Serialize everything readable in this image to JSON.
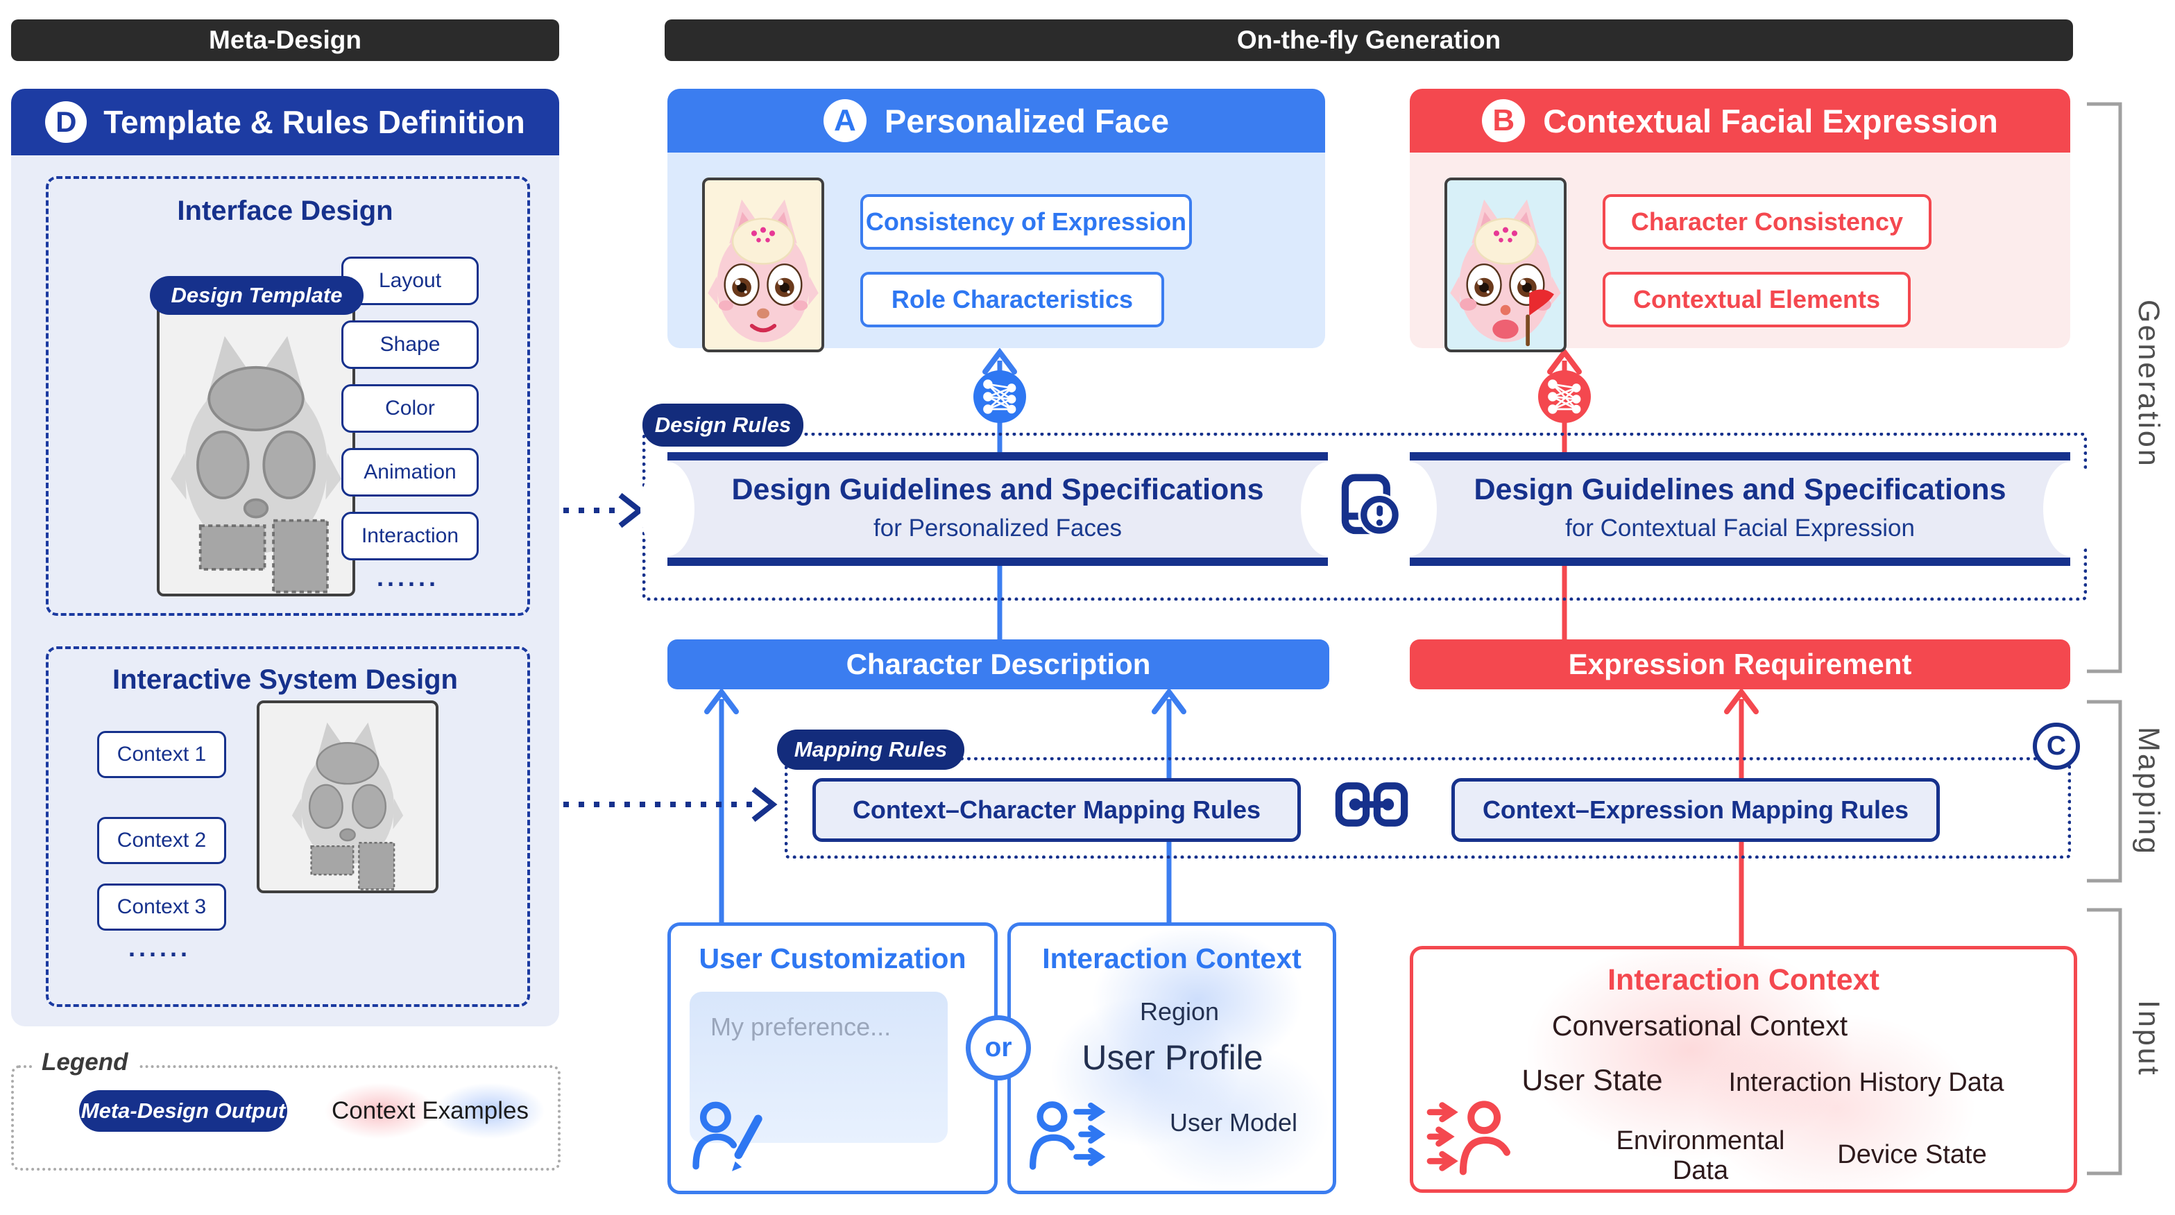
{
  "meta_design": {
    "bar_title": "Meta-Design",
    "panel": {
      "badge": "D",
      "title": "Template & Rules Definition",
      "interface": {
        "title": "Interface Design",
        "template_pill": "Design Template",
        "options": [
          "Layout",
          "Shape",
          "Color",
          "Animation",
          "Interaction"
        ],
        "ellipsis": "......"
      },
      "interactive": {
        "title": "Interactive System Design",
        "contexts": [
          "Context 1",
          "Context 2",
          "Context 3"
        ],
        "ellipsis": "......"
      }
    },
    "legend": {
      "title": "Legend",
      "meta_output_pill": "Meta-Design Output",
      "context_examples": "Context Examples"
    }
  },
  "generation": {
    "bar_title": "On-the-fly Generation",
    "personalized_face": {
      "badge": "A",
      "title": "Personalized Face",
      "callouts": [
        "Consistency of Expression",
        "Role Characteristics"
      ]
    },
    "contextual_expression": {
      "badge": "B",
      "title": "Contextual Facial Expression",
      "callouts": [
        "Character Consistency",
        "Contextual Elements"
      ]
    },
    "design_rules": {
      "pill": "Design Rules",
      "banners": [
        {
          "title": "Design Guidelines and Specifications",
          "subtitle": "for Personalized Faces"
        },
        {
          "title": "Design Guidelines and Specifications",
          "subtitle": "for Contextual Facial Expression"
        }
      ]
    }
  },
  "mapping": {
    "character_bar": "Character Description",
    "expression_bar": "Expression Requirement",
    "pill": "Mapping Rules",
    "badge": "C",
    "rules": [
      "Context–Character Mapping Rules",
      "Context–Expression Mapping Rules"
    ]
  },
  "input": {
    "user_customization": {
      "title": "User Customization",
      "placeholder": "My preference..."
    },
    "or_label": "or",
    "interaction_context_blue": {
      "title": "Interaction Context",
      "items": [
        "Region",
        "User Profile",
        "User Model"
      ]
    },
    "interaction_context_red": {
      "title": "Interaction Context",
      "items": [
        "Conversational Context",
        "User State",
        "Interaction History Data",
        "Environmental Data",
        "Device State"
      ]
    }
  },
  "side_labels": {
    "generation": "Generation",
    "mapping": "Mapping",
    "input": "Input"
  },
  "colors": {
    "blue": "#3B7DF0",
    "red": "#F4484F",
    "navy": "#16318C",
    "dark_bar": "#2B2B2B"
  }
}
